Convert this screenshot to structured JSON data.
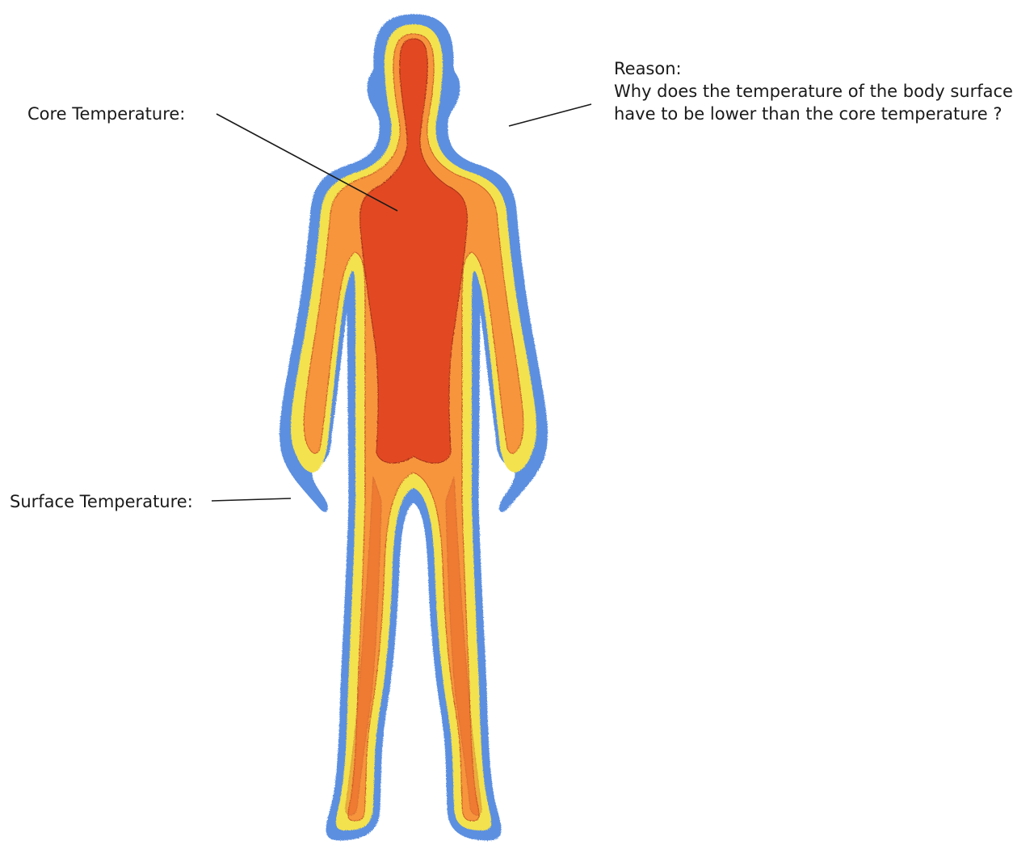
{
  "labels": {
    "core_temperature": "Core Temperature:",
    "surface_temperature": "Surface Temperature:",
    "reason_title": "Reason:",
    "reason_question_line1": "Why does the temperature of the body surface",
    "reason_question_line2": "have to be lower than the core temperature ?"
  },
  "colors": {
    "outer_layer": "#5b8fe0",
    "yellow_layer": "#f3e24d",
    "orange_layer": "#f7953c",
    "core": "#e24a24",
    "leader_line": "#1a1a1a"
  }
}
